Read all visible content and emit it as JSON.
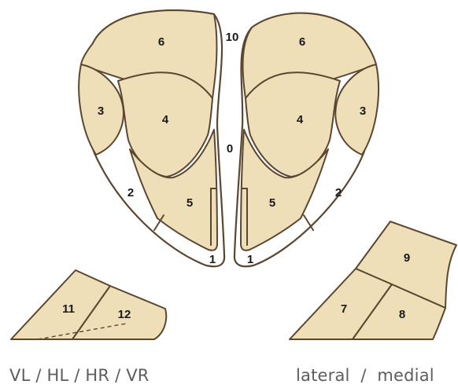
{
  "colors": {
    "zone_fill": "#efdfb9",
    "stroke": "#5b4630",
    "caption": "#5d5d5d"
  },
  "labels": {
    "left": {
      "z6": "6",
      "z3": "3",
      "z4": "4",
      "z2": "2",
      "z5": "5",
      "z1": "1"
    },
    "right": {
      "z6": "6",
      "z3": "3",
      "z4": "4",
      "z2": "2",
      "z5": "5",
      "z1": "1"
    },
    "center_top": "10",
    "center_mid": "0",
    "bottom_left": {
      "z11": "11",
      "z12": "12"
    },
    "bottom_right": {
      "z9": "9",
      "z7": "7",
      "z8": "8"
    }
  },
  "captions": {
    "left": "VL / HL / HR / VR",
    "right": "lateral  /  medial"
  }
}
